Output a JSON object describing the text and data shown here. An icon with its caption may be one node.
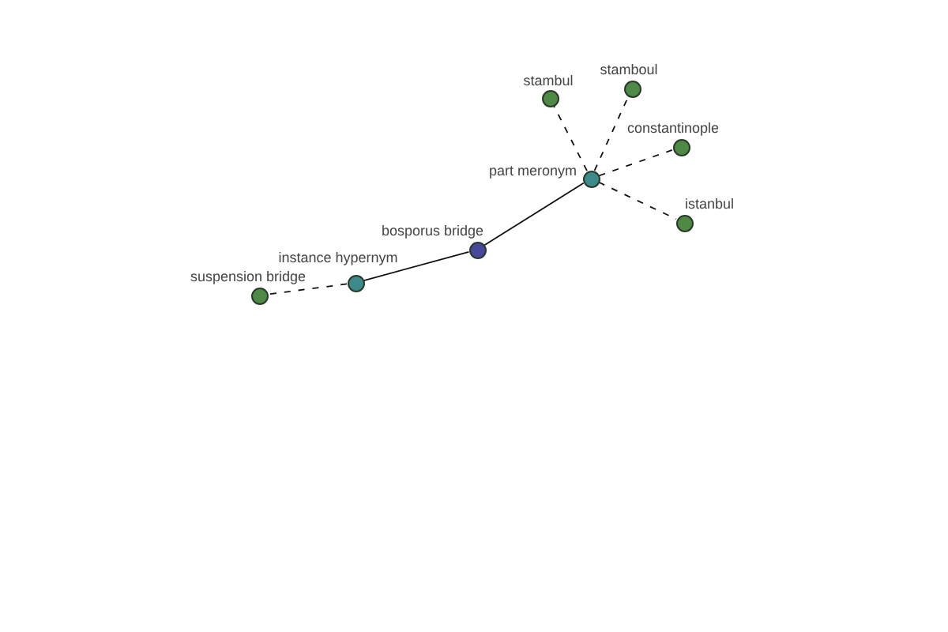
{
  "diagram": {
    "nodes": [
      {
        "text": [
          "bosporus bridge"
        ]
      },
      {
        "text": [
          "instance hypernym"
        ]
      },
      {
        "text": [
          "suspension bridge"
        ]
      },
      {
        "text": [
          "part meronym"
        ]
      },
      {
        "text": [
          "stambul"
        ]
      },
      {
        "text": [
          "stamboul"
        ]
      },
      {
        "text": [
          "constantinople"
        ]
      },
      {
        "text": [
          "istanbul"
        ]
      }
    ],
    "edges": [
      {
        "from": 0,
        "to": 1,
        "arrow": "none"
      },
      {
        "from": 1,
        "to": 2,
        "arrow": "none",
        "style": "dashed"
      },
      {
        "from": 0,
        "to": 3,
        "arrow": "none"
      },
      {
        "from": 3,
        "to": 4,
        "arrow": "none",
        "style": "dashed"
      },
      {
        "from": 3,
        "to": 5,
        "arrow": "none",
        "style": "dashed"
      },
      {
        "from": 3,
        "to": 6,
        "arrow": "none",
        "style": "dashed"
      },
      {
        "from": 3,
        "to": 7,
        "arrow": "none",
        "style": "dashed"
      }
    ]
  }
}
